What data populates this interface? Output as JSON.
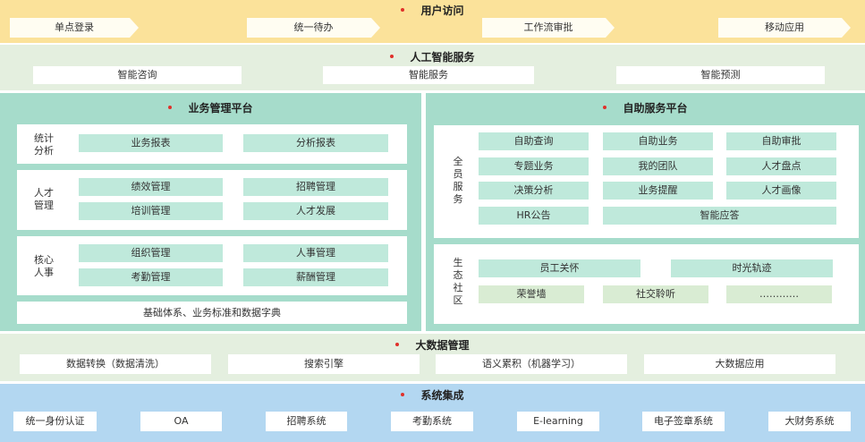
{
  "user_access": {
    "title": "用户访问",
    "items": [
      "单点登录",
      "统一待办",
      "工作流审批",
      "移动应用"
    ]
  },
  "ai_services": {
    "title": "人工智能服务",
    "items": [
      "智能咨询",
      "智能服务",
      "智能预测"
    ]
  },
  "business_platform": {
    "title": "业务管理平台",
    "stats": {
      "label_line1": "统计",
      "label_line2": "分析",
      "items": [
        "业务报表",
        "分析报表"
      ]
    },
    "talent": {
      "label_line1": "人才",
      "label_line2": "管理",
      "items": [
        "绩效管理",
        "招聘管理",
        "培训管理",
        "人才发展"
      ]
    },
    "core_hr": {
      "label_line1": "核心",
      "label_line2": "人事",
      "items": [
        "组织管理",
        "人事管理",
        "考勤管理",
        "薪酬管理"
      ]
    },
    "foundation": "基础体系、业务标准和数据字典"
  },
  "self_service": {
    "title": "自助服务平台",
    "all_staff": {
      "label_chars": [
        "全",
        "员",
        "服",
        "务"
      ],
      "items": [
        "自助查询",
        "自助业务",
        "自助审批",
        "专题业务",
        "我的团队",
        "人才盘点",
        "决策分析",
        "业务提醒",
        "人才画像",
        "HR公告",
        "智能应答"
      ]
    },
    "ecosystem": {
      "label_chars": [
        "生",
        "态",
        "社",
        "区"
      ],
      "items": [
        "员工关怀",
        "时光轨迹",
        "荣誉墙",
        "社交聆听",
        "…………"
      ]
    }
  },
  "big_data": {
    "title": "大数据管理",
    "items": [
      "数据转换（数据清洗）",
      "搜索引擎",
      "语义累积（机器学习）",
      "大数据应用"
    ]
  },
  "system_integration": {
    "title": "系统集成",
    "items": [
      "统一身份认证",
      "OA",
      "招聘系统",
      "考勤系统",
      "E-learning",
      "电子签章系统",
      "大财务系统"
    ]
  },
  "colors": {
    "user_band": "#fbe29a",
    "ai_band": "#e4efdf",
    "panel": "#a6dccb",
    "cell": "#bfe9db",
    "system_band": "#b3d7f1",
    "bullet": "#e0302a"
  }
}
